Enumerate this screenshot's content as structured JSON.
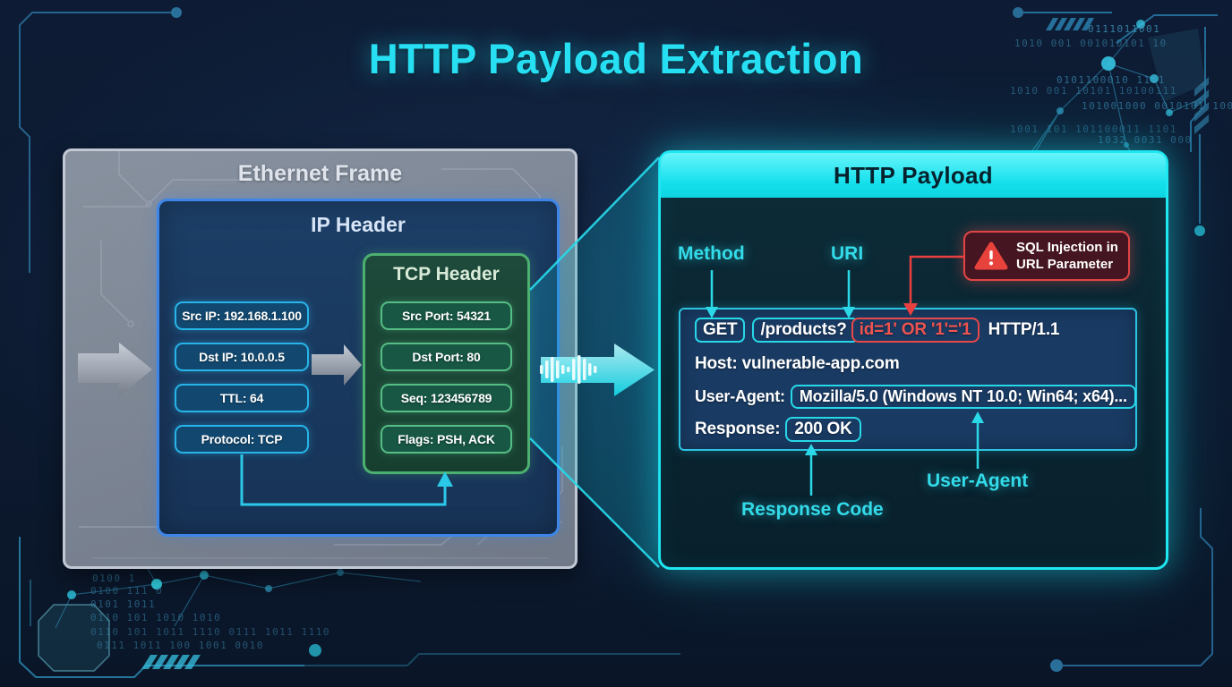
{
  "title": "HTTP Payload Extraction",
  "ethernet_frame": {
    "title": "Ethernet Frame",
    "ip_header": {
      "title": "IP Header",
      "fields": [
        "Src IP: 192.168.1.100",
        "Dst IP: 10.0.0.5",
        "TTL: 64",
        "Protocol: TCP"
      ]
    },
    "tcp_header": {
      "title": "TCP Header",
      "fields": [
        "Src Port: 54321",
        "Dst Port: 80",
        "Seq: 123456789",
        "Flags: PSH, ACK"
      ]
    }
  },
  "http_payload": {
    "title": "HTTP Payload",
    "callouts": {
      "method": "Method",
      "uri": "URI",
      "response_code": "Response Code",
      "user_agent": "User-Agent"
    },
    "warning": {
      "text_line1": "SQL Injection in",
      "text_line2": "URL Parameter"
    },
    "request": {
      "method": "GET",
      "uri": "/products?",
      "injection": "id=1' OR '1'='1",
      "version": "HTTP/1.1",
      "host": "Host: vulnerable-app.com",
      "user_agent_key": "User-Agent:",
      "user_agent_value": "Mozilla/5.0 (Windows NT 10.0; Win64; x64)...",
      "response_key": "Response:",
      "response_value": "200 OK"
    }
  },
  "colors": {
    "accent_cyan": "#27dff2",
    "alert_red": "#e84545",
    "ip_blue": "#3d86e8",
    "tcp_green": "#4cb070",
    "frame_gray": "#c2c8d3"
  },
  "decor": {
    "binary_top_right": [
      "0111011001",
      "1010 001 001010101 10",
      "0101100010 1101",
      "1010 001 10101 10100111",
      "101001000  0010101 100",
      "1001 101 101100011 1101",
      "1032 0031 000"
    ],
    "binary_bottom_left": [
      "0100 1",
      "0100 111 0",
      "0101 1011",
      "0110 101 1010 1010",
      "0110 101 1011 1110 0111 1011 1110",
      "0111 1011 100  1001 0010"
    ]
  }
}
